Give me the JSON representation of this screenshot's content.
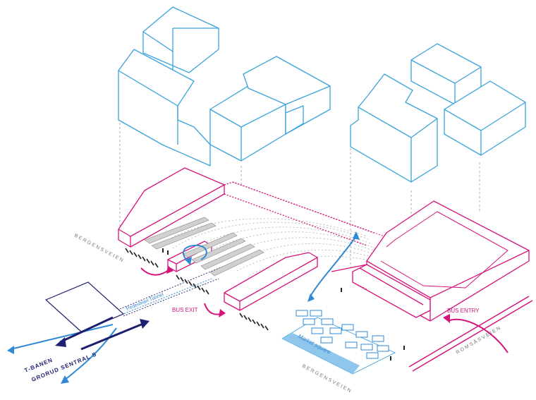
{
  "labels": {
    "bergensveien_left": "BERGENSVEIEN",
    "bergensveien_bottom": "BERGENSVEIEN",
    "romsasveien": "ROMSÅSVEIEN",
    "bus_exit": "BUS EXIT",
    "bus_entry": "BUS ENTRY",
    "pedestrian_tunnel": "Pedestrian Tunnel",
    "market_square": "Market square",
    "tbanen_line1": "T-BANEN",
    "tbanen_line2": "GRORUD SENTRAL S"
  },
  "colors": {
    "buildings": "#39a3dc",
    "bus_terminal": "#d4147a",
    "pedestrian": "#2f89d4",
    "tbanen": "#1b1f6e",
    "guides": "#9a9a9a"
  }
}
